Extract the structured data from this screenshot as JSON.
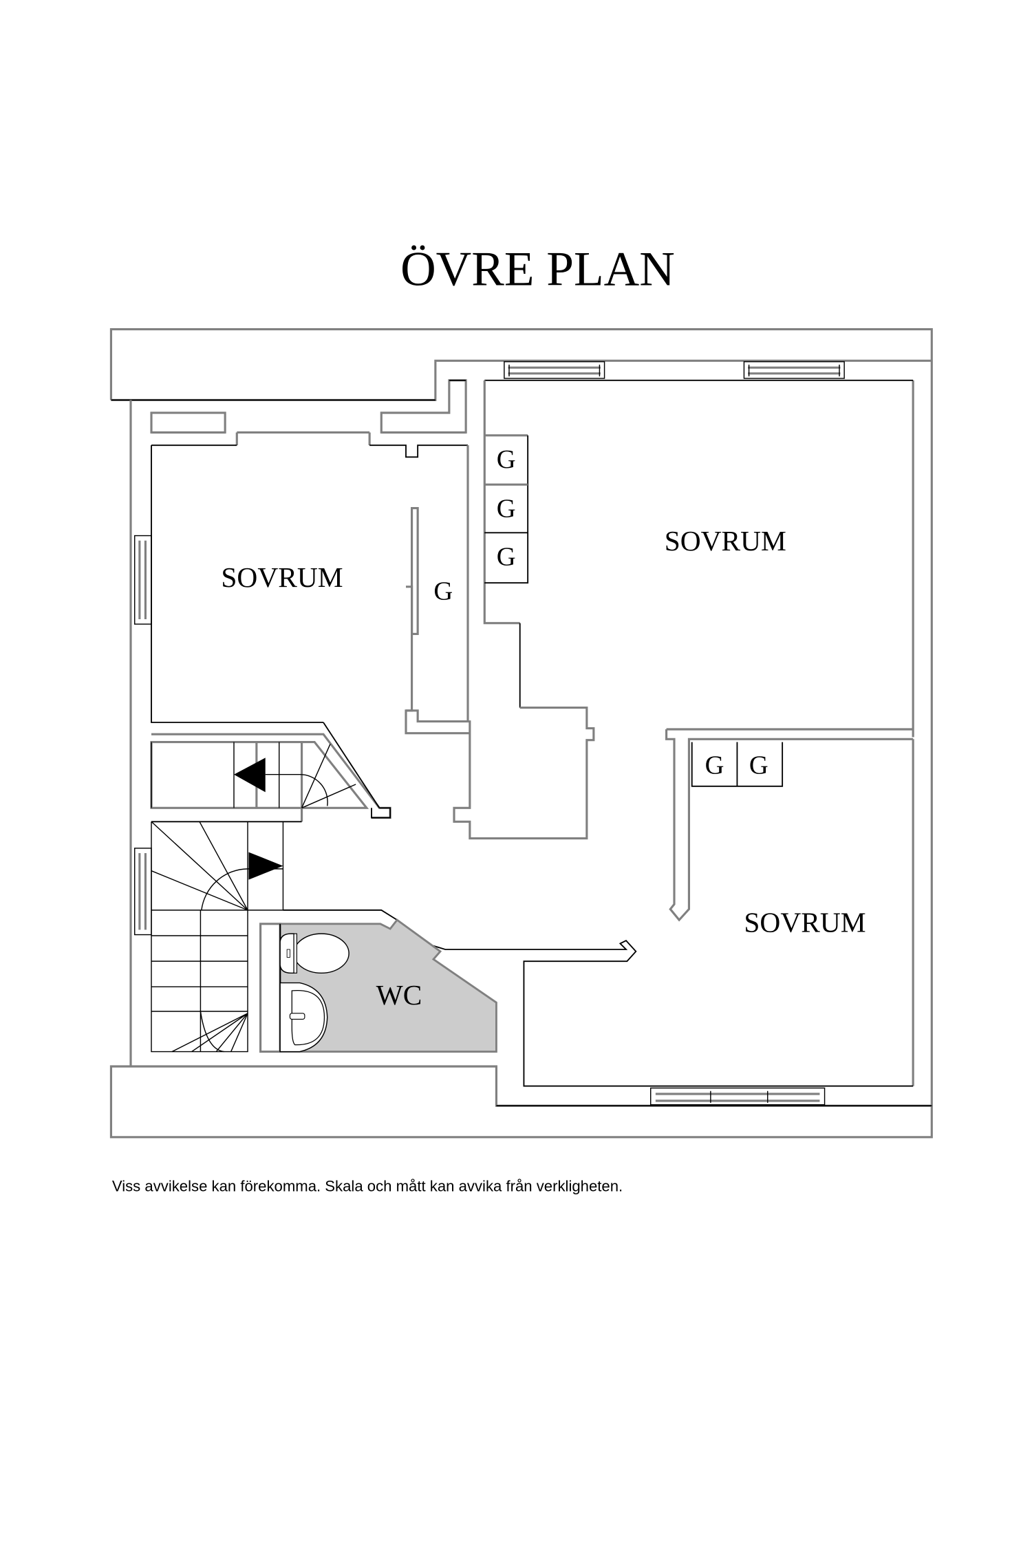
{
  "header": {
    "title": "ÖVRE PLAN"
  },
  "rooms": [
    {
      "id": "bedroom-left",
      "label": "SOVRUM"
    },
    {
      "id": "bedroom-top-right",
      "label": "SOVRUM"
    },
    {
      "id": "bedroom-bottom-right",
      "label": "SOVRUM"
    },
    {
      "id": "wc",
      "label": "WC"
    }
  ],
  "closets": {
    "left_room": [
      "G"
    ],
    "top_right_room": [
      "G",
      "G",
      "G"
    ],
    "bottom_right_room": [
      "G",
      "G"
    ]
  },
  "icons": [
    "stair-arrow-left-icon",
    "stair-arrow-right-icon",
    "toilet-icon",
    "sink-icon",
    "window-icon"
  ],
  "colors": {
    "wall": "#808080",
    "line": "#000000",
    "wc_fill": "#cccccc",
    "background": "#ffffff"
  },
  "footer": {
    "disclaimer": "Viss avvikelse kan förekomma. Skala och mått kan avvika från verkligheten."
  }
}
